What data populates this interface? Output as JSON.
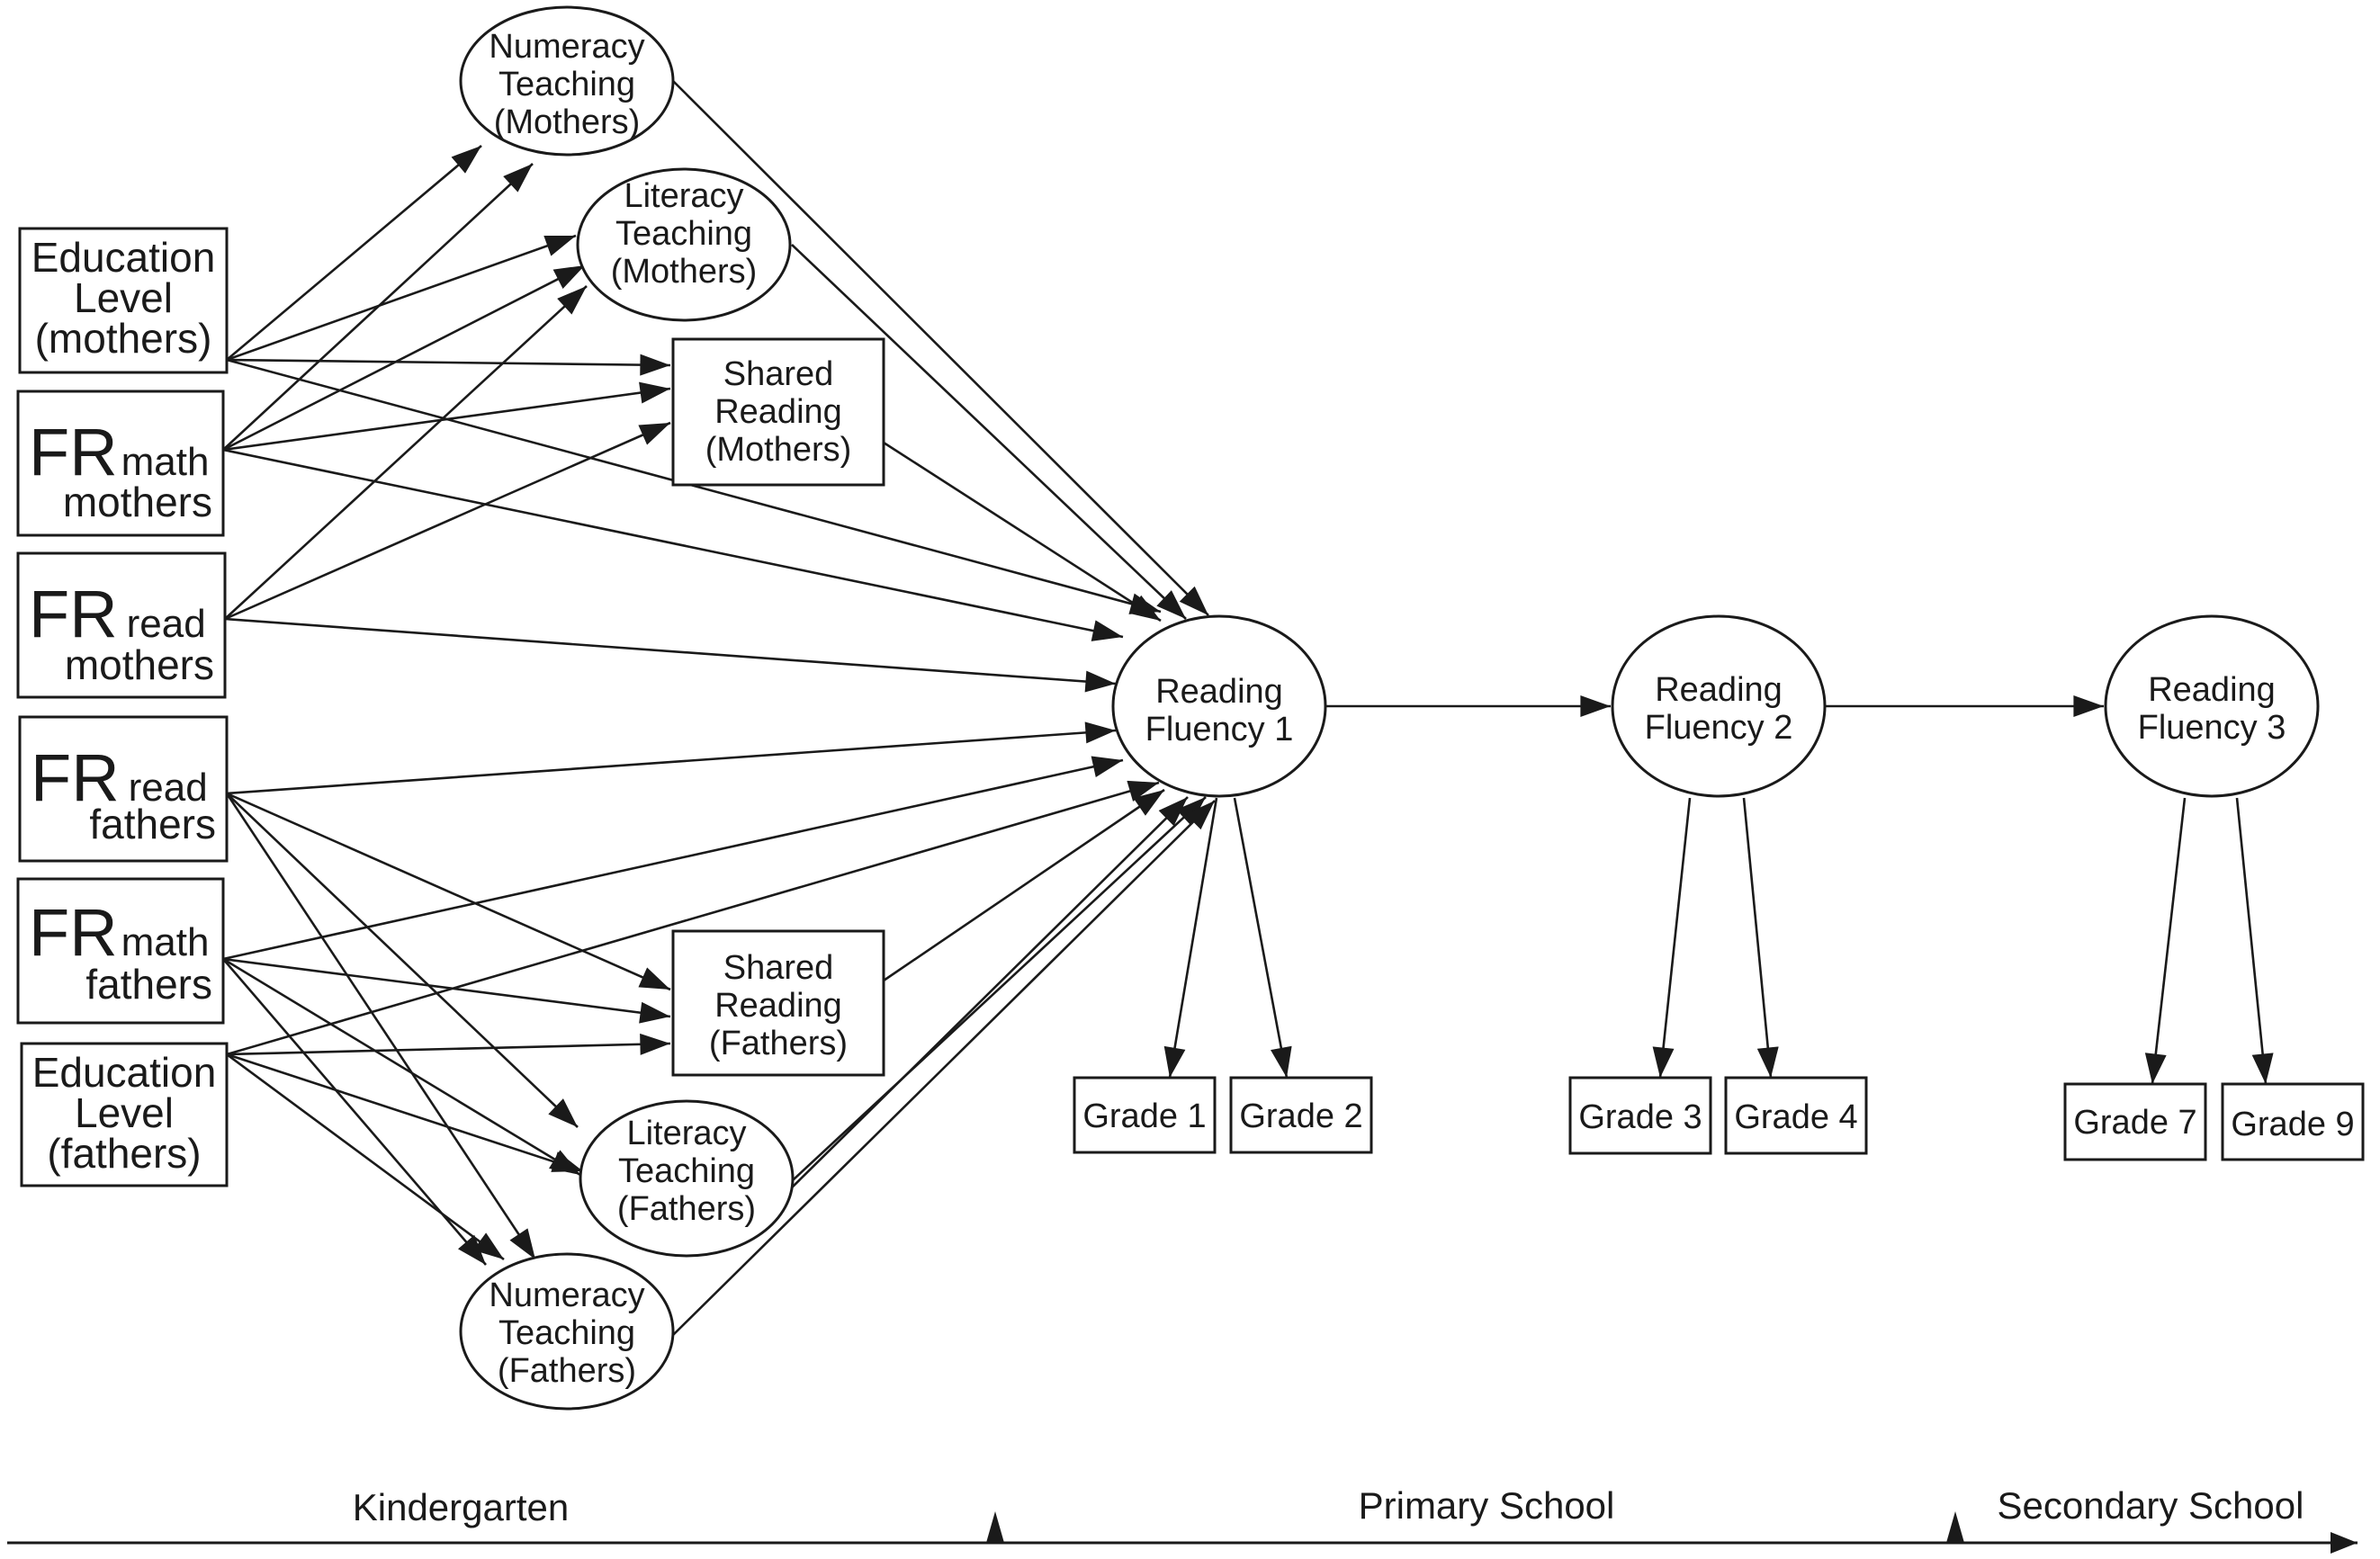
{
  "nodes": {
    "numeracy_mothers": [
      "Numeracy",
      "Teaching",
      "(Mothers)"
    ],
    "literacy_mothers": [
      "Literacy",
      "Teaching",
      "(Mothers)"
    ],
    "shared_mothers": [
      "Shared",
      "Reading",
      "(Mothers)"
    ],
    "edu_mothers": [
      "Education",
      "Level",
      "(mothers)"
    ],
    "fr_math_mothers": {
      "big": "FR",
      "sub": "math",
      "line2": "mothers"
    },
    "fr_read_mothers": {
      "big": "FR",
      "sub": "read",
      "line2": "mothers"
    },
    "fr_read_fathers": {
      "big": "FR",
      "sub": "read",
      "line2": "fathers"
    },
    "fr_math_fathers": {
      "big": "FR",
      "sub": "math",
      "line2": "fathers"
    },
    "edu_fathers": [
      "Education",
      "Level",
      "(fathers)"
    ],
    "shared_fathers": [
      "Shared",
      "Reading",
      "(Fathers)"
    ],
    "literacy_fathers": [
      "Literacy",
      "Teaching",
      "(Fathers)"
    ],
    "numeracy_fathers": [
      "Numeracy",
      "Teaching",
      "(Fathers)"
    ],
    "rf1": [
      "Reading",
      "Fluency 1"
    ],
    "rf2": [
      "Reading",
      "Fluency 2"
    ],
    "rf3": [
      "Reading",
      "Fluency 3"
    ],
    "grade1": "Grade 1",
    "grade2": "Grade 2",
    "grade3": "Grade 3",
    "grade4": "Grade 4",
    "grade7": "Grade 7",
    "grade9": "Grade 9"
  },
  "timeline": {
    "stages": [
      "Kindergarten",
      "Primary School",
      "Secondary School"
    ]
  }
}
